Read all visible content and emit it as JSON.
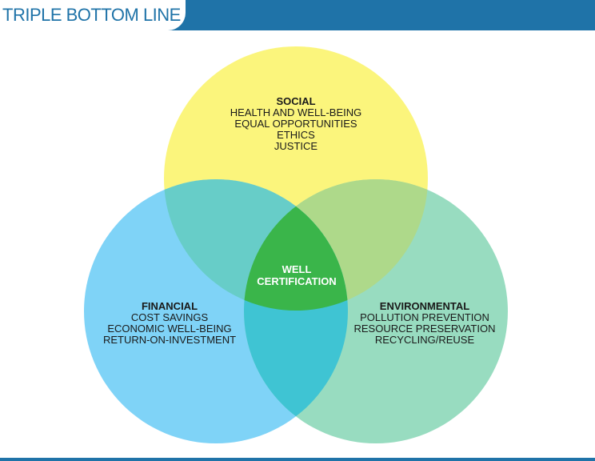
{
  "header": {
    "title": "TRIPLE BOTTOM LINE"
  },
  "colors": {
    "header_blue": "#1f73a8",
    "social_yellow": "#fbf57c",
    "financial_blue": "#7fd3f7",
    "environmental_green": "#98dcc0",
    "social_financial_overlap": "#67cdc8",
    "social_environmental_overlap": "#aed98a",
    "financial_environmental_overlap": "#3fc4d3",
    "center_green": "#3ab54a"
  },
  "diagram": {
    "social": {
      "title": "SOCIAL",
      "items": [
        "HEALTH AND WELL-BEING",
        "EQUAL OPPORTUNITIES",
        "ETHICS",
        "JUSTICE"
      ]
    },
    "financial": {
      "title": "FINANCIAL",
      "items": [
        "COST SAVINGS",
        "ECONOMIC WELL-BEING",
        "RETURN-ON-INVESTMENT"
      ]
    },
    "environmental": {
      "title": "ENVIRONMENTAL",
      "items": [
        "POLLUTION PREVENTION",
        "RESOURCE PRESERVATION",
        "RECYCLING/REUSE"
      ]
    },
    "center": {
      "lines": [
        "WELL",
        "CERTIFICATION"
      ]
    }
  }
}
